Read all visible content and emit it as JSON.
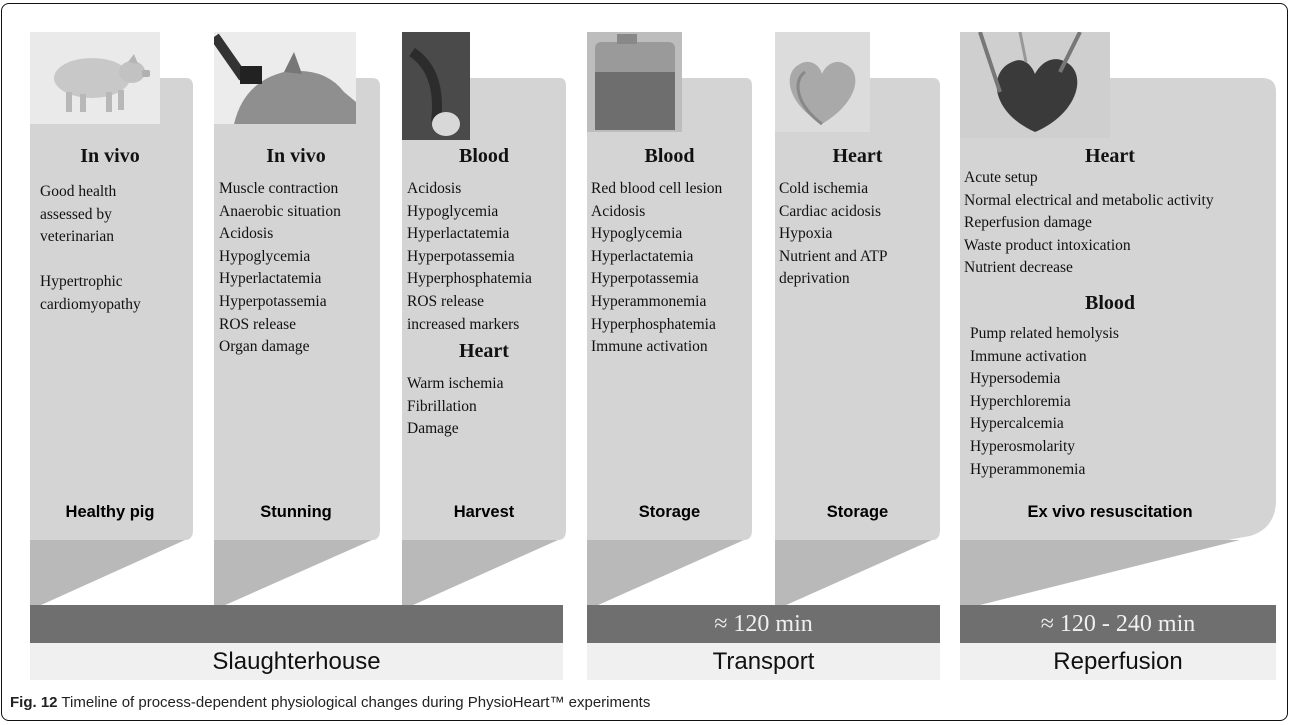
{
  "stages": [
    {
      "photo_icon": "pig-icon",
      "sections": [
        {
          "heading": "In vivo",
          "items": [
            "Good health",
            "assessed by",
            "veterinarian",
            "",
            "Hypertrophic",
            "cardiomyopathy"
          ]
        }
      ],
      "label": "Healthy pig"
    },
    {
      "photo_icon": "stunning-photo-icon",
      "sections": [
        {
          "heading": "In vivo",
          "items": [
            "Muscle contraction",
            "Anaerobic situation",
            "Acidosis",
            "Hypoglycemia",
            "Hyperlactatemia",
            "Hyperpotassemia",
            "ROS release",
            "Organ damage"
          ]
        }
      ],
      "label": "Stunning"
    },
    {
      "photo_icon": "harvest-photo-icon",
      "sections": [
        {
          "heading": "Blood",
          "items": [
            "Acidosis",
            "Hypoglycemia",
            "Hyperlactatemia",
            "Hyperpotassemia",
            "Hyperphosphatemia",
            "ROS release",
            "increased markers"
          ]
        },
        {
          "heading": "Heart",
          "items": [
            "Warm ischemia",
            "Fibrillation",
            "Damage"
          ]
        }
      ],
      "label": "Harvest"
    },
    {
      "photo_icon": "blood-canister-icon",
      "sections": [
        {
          "heading": "Blood",
          "items": [
            "Red blood cell lesion",
            "Acidosis",
            "Hypoglycemia",
            "Hyperlactatemia",
            "Hyperpotassemia",
            "Hyperammonemia",
            "Hyperphosphatemia",
            "Immune activation"
          ]
        }
      ],
      "label": "Storage"
    },
    {
      "photo_icon": "bagged-heart-icon",
      "sections": [
        {
          "heading": "Heart",
          "items": [
            "Cold ischemia",
            "Cardiac acidosis",
            "Hypoxia",
            "Nutrient and ATP",
            "deprivation"
          ]
        }
      ],
      "label": "Storage"
    },
    {
      "photo_icon": "perfused-heart-icon",
      "sections": [
        {
          "heading": "Heart",
          "items": [
            "Acute setup",
            "Normal electrical and metabolic activity",
            "Reperfusion damage",
            "Waste product intoxication",
            "Nutrient decrease"
          ]
        },
        {
          "heading": "Blood",
          "items": [
            "Pump related hemolysis",
            "Immune activation",
            "Hypersodemia",
            "Hyperchloremia",
            "Hypercalcemia",
            "Hyperosmolarity",
            "Hyperammonemia"
          ]
        }
      ],
      "label": "Ex vivo resuscitation"
    }
  ],
  "durations": {
    "slaughterhouse": "",
    "transport": "≈ 120 min",
    "reperfusion": "≈ 120 - 240 min"
  },
  "phases": {
    "slaughterhouse": "Slaughterhouse",
    "transport": "Transport",
    "reperfusion": "Reperfusion"
  },
  "caption": {
    "label": "Fig. 12",
    "text": " Timeline of process-dependent physiological changes during PhysioHeart™ experiments"
  },
  "colors": {
    "panel": "#d4d4d4",
    "panel_shadow": "#b9b9b9",
    "bar": "#6f6f6f",
    "phase_band": "#f0f0f0"
  }
}
